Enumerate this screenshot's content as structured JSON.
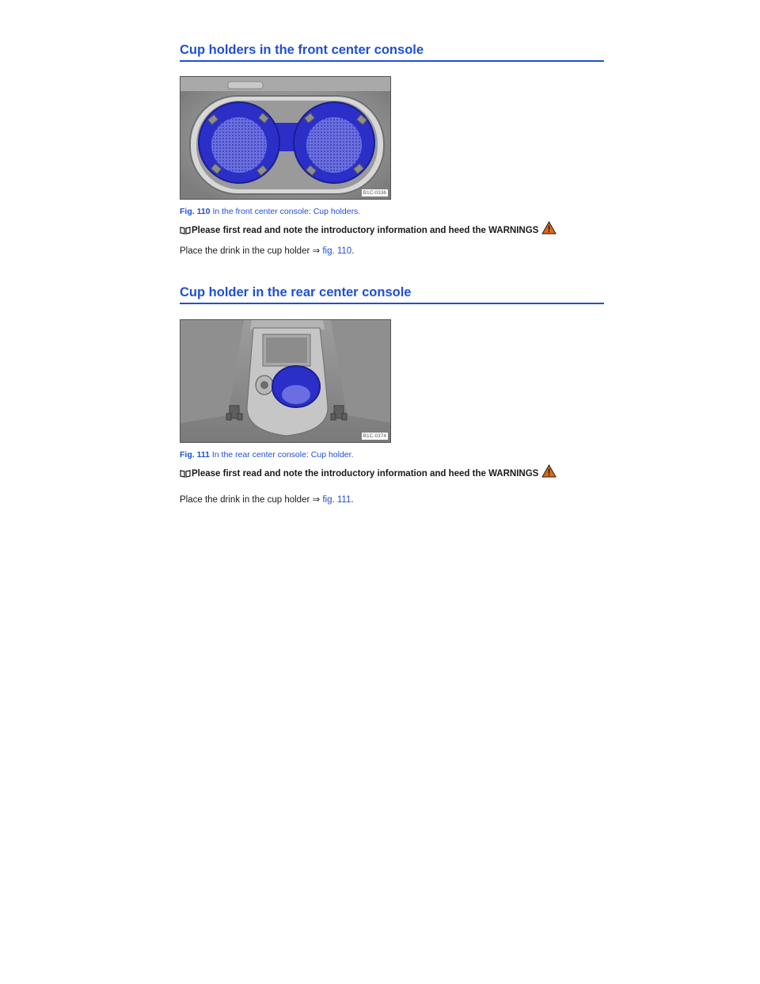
{
  "sections": [
    {
      "title": "Cup holders in the front center console",
      "figure_code": "B1C-0336",
      "caption_label": "Fig. 110",
      "caption_text": "In the front center console: Cup holders.",
      "note": "Please first read and note the introductory information and heed the WARNINGS",
      "body_prefix": "Place the drink in the cup holder ⇒ ",
      "body_link": "fig. 110",
      "body_suffix": "."
    },
    {
      "title": "Cup holder in the rear center console",
      "figure_code": "B1C-0374",
      "caption_label": "Fig. 111",
      "caption_text": "In the rear center console: Cup holder.",
      "note": "Please first read and note the introductory information and heed the WARNINGS",
      "body_prefix": "Place the drink in the cup holder ⇒ ",
      "body_link": "fig. 111",
      "body_suffix": "."
    }
  ],
  "colors": {
    "accent": "#1f4fd8",
    "highlight": "#2b2fc8",
    "warning": "#e0681a"
  },
  "icons": [
    "book-icon",
    "warning-icon"
  ]
}
